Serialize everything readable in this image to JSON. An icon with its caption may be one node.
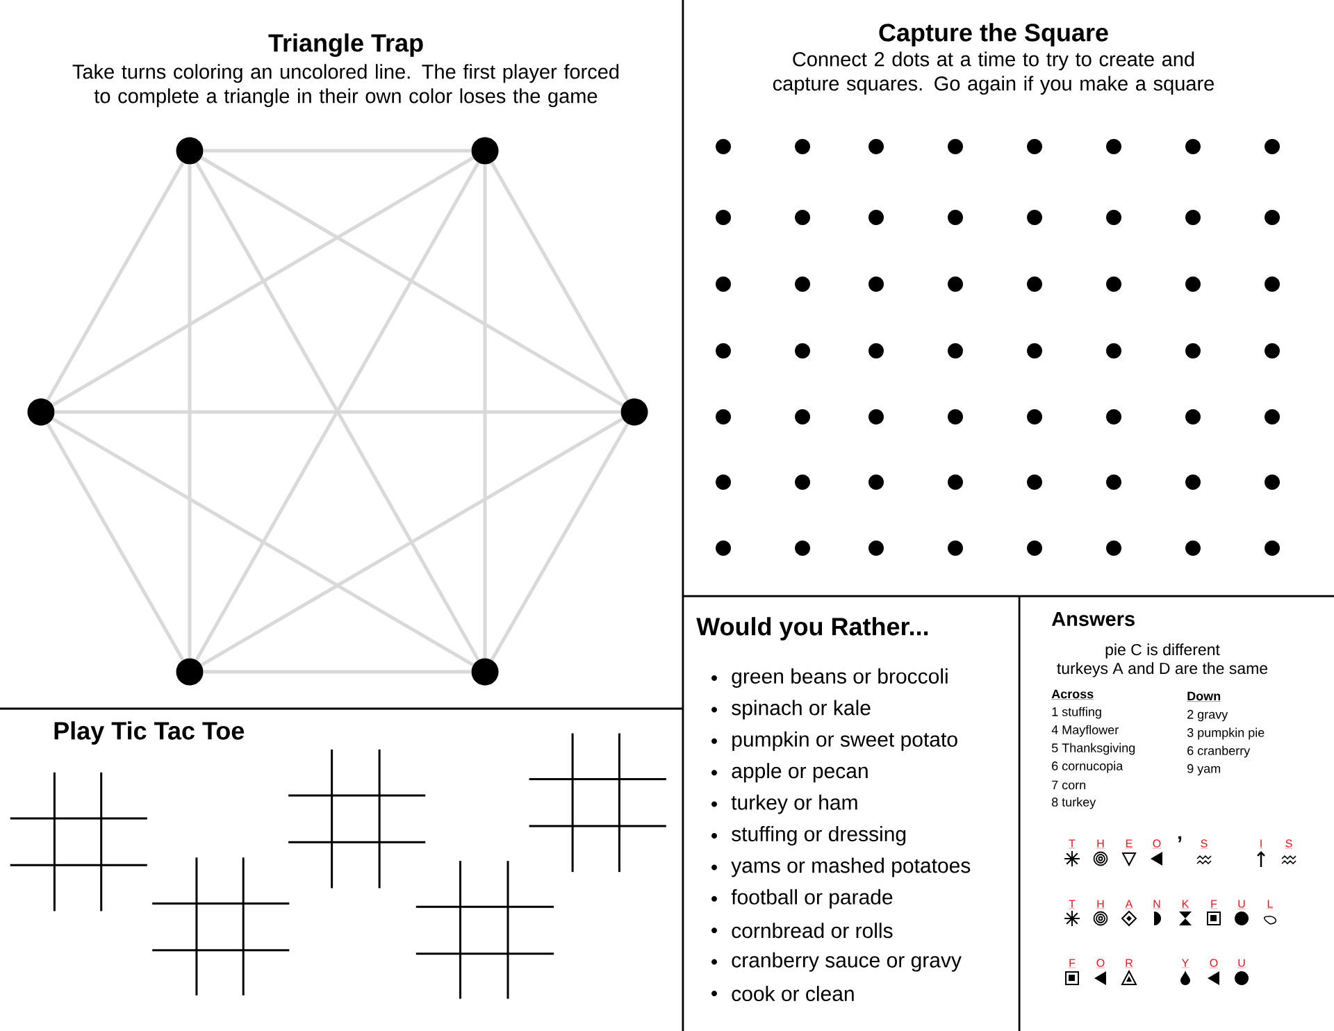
{
  "diagram": {
    "nodes": [
      {
        "text": [],
        "shape": "circle"
      },
      {
        "text": [],
        "shape": "circle"
      },
      {
        "text": [],
        "shape": "circle"
      },
      {
        "text": [],
        "shape": "circle"
      },
      {
        "text": [],
        "shape": "circle"
      },
      {
        "text": [],
        "shape": "circle"
      }
    ],
    "edges": [
      {
        "from": 0,
        "to": 1,
        "arrow": "none"
      },
      {
        "from": 0,
        "to": 2,
        "arrow": "none"
      },
      {
        "from": 0,
        "to": 3,
        "arrow": "none"
      },
      {
        "from": 0,
        "to": 4,
        "arrow": "none"
      },
      {
        "from": 0,
        "to": 5,
        "arrow": "none"
      },
      {
        "from": 1,
        "to": 2,
        "arrow": "none"
      },
      {
        "from": 1,
        "to": 3,
        "arrow": "none"
      },
      {
        "from": 1,
        "to": 4,
        "arrow": "none"
      },
      {
        "from": 1,
        "to": 5,
        "arrow": "none"
      },
      {
        "from": 2,
        "to": 3,
        "arrow": "none"
      },
      {
        "from": 2,
        "to": 4,
        "arrow": "none"
      },
      {
        "from": 2,
        "to": 5,
        "arrow": "none"
      },
      {
        "from": 3,
        "to": 4,
        "arrow": "none"
      },
      {
        "from": 3,
        "to": 5,
        "arrow": "none"
      },
      {
        "from": 4,
        "to": 5,
        "arrow": "none"
      }
    ],
    "labels": [
      "Triangle Trap",
      "Take turns coloring an uncolored line. The first player forced to complete a triangle in their own color loses the game",
      "Capture the Square",
      "Connect 2 dots at a time to try to create and capture squares. Go again if you make a square",
      "Would you Rather...",
      "green beans or broccoli",
      "spinach or kale",
      "pumpkin or sweet potato",
      "apple or pecan",
      "turkey or ham",
      "stuffing or dressing",
      "yams or mashed potatoes",
      "football or parade",
      "cornbread or rolls",
      "cranberry sauce or gravy",
      "cook or clean",
      "Play Tic Tac Toe",
      "Answers",
      "pie C is different",
      "turkeys A and D are the same",
      "Across",
      "1 stuffing",
      "4 Mayflower",
      "5 Thanksgiving",
      "6 cornucopia",
      "7 corn",
      "8 turkey",
      "Down",
      "2 gravy",
      "3 pumpkin pie",
      "6 cranberry",
      "9 yam",
      "T",
      "H",
      "E",
      "O",
      "’",
      "S",
      "I",
      "S",
      "T",
      "H",
      "A",
      "N",
      "K",
      "F",
      "U",
      "L",
      "F",
      "O",
      "R",
      "Y",
      "O",
      "U"
    ]
  }
}
